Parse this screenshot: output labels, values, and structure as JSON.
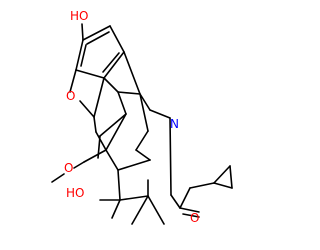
{
  "molecule": {
    "atoms": {
      "phenol_oh": {
        "text": "HO",
        "color": "#ff0000"
      },
      "ring_o": {
        "text": "O",
        "color": "#ff0000"
      },
      "methoxy_o": {
        "text": "O",
        "color": "#ff0000"
      },
      "tertiary_oh": {
        "text": "HO",
        "color": "#ff0000"
      },
      "amide_n": {
        "text": "N",
        "color": "#0000ff"
      },
      "carbonyl_o": {
        "text": "O",
        "color": "#ff0000"
      }
    },
    "bond_color": "#000000"
  }
}
